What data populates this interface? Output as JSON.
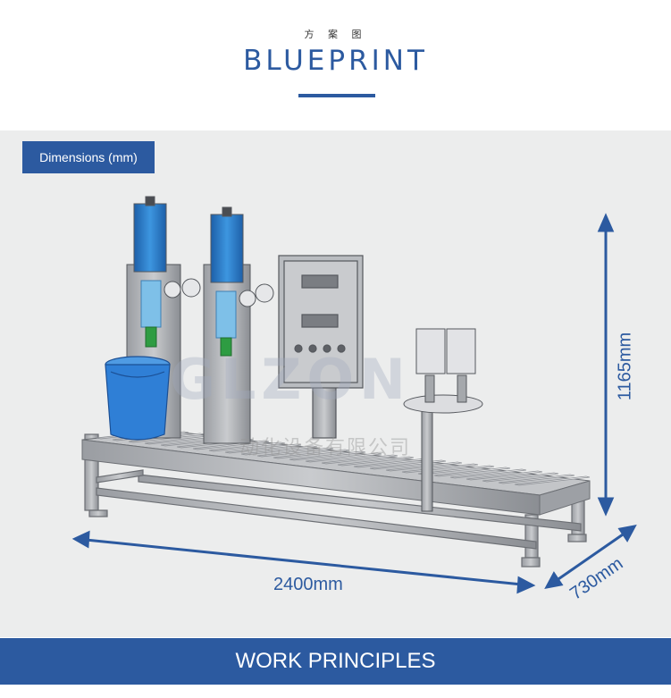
{
  "header": {
    "subtitle": "方 案 图",
    "title": "BLUEPRINT"
  },
  "badge": {
    "label": "Dimensions (mm)"
  },
  "dimensions": {
    "height": "1165mm",
    "width": "2400mm",
    "depth": "730mm"
  },
  "watermark": {
    "logo": "GLZON",
    "company": "动化设备有限公司"
  },
  "footer": {
    "title": "WORK PRINCIPLES"
  },
  "colors": {
    "accent": "#2c5aa0",
    "stage_background": "#eceded",
    "machine_frame": "#8a8d92",
    "cylinder_blue": "#2e7fd0"
  }
}
